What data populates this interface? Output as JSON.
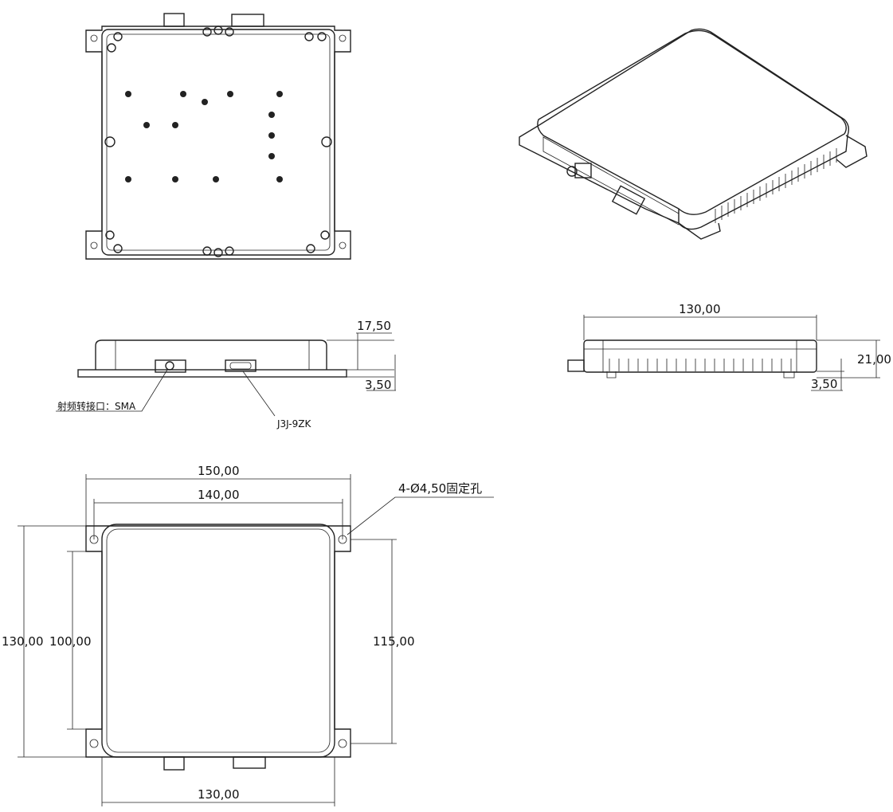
{
  "views": {
    "side_front": {
      "height_dim": "17,50",
      "flange_dim": "3,50",
      "callout_sma": "射频转接口：SMA",
      "callout_connector": "J3J-9ZK"
    },
    "side_right": {
      "width_dim": "130,00",
      "height_dim": "21,00",
      "flange_dim": "3,50"
    },
    "bottom": {
      "overall_width": "150,00",
      "hole_spacing_width": "140,00",
      "hole_callout": "4-Ø4,50固定孔",
      "overall_height": "130,00",
      "inner_height": "100,00",
      "hole_spacing_height": "115,00",
      "body_width": "130,00"
    }
  }
}
